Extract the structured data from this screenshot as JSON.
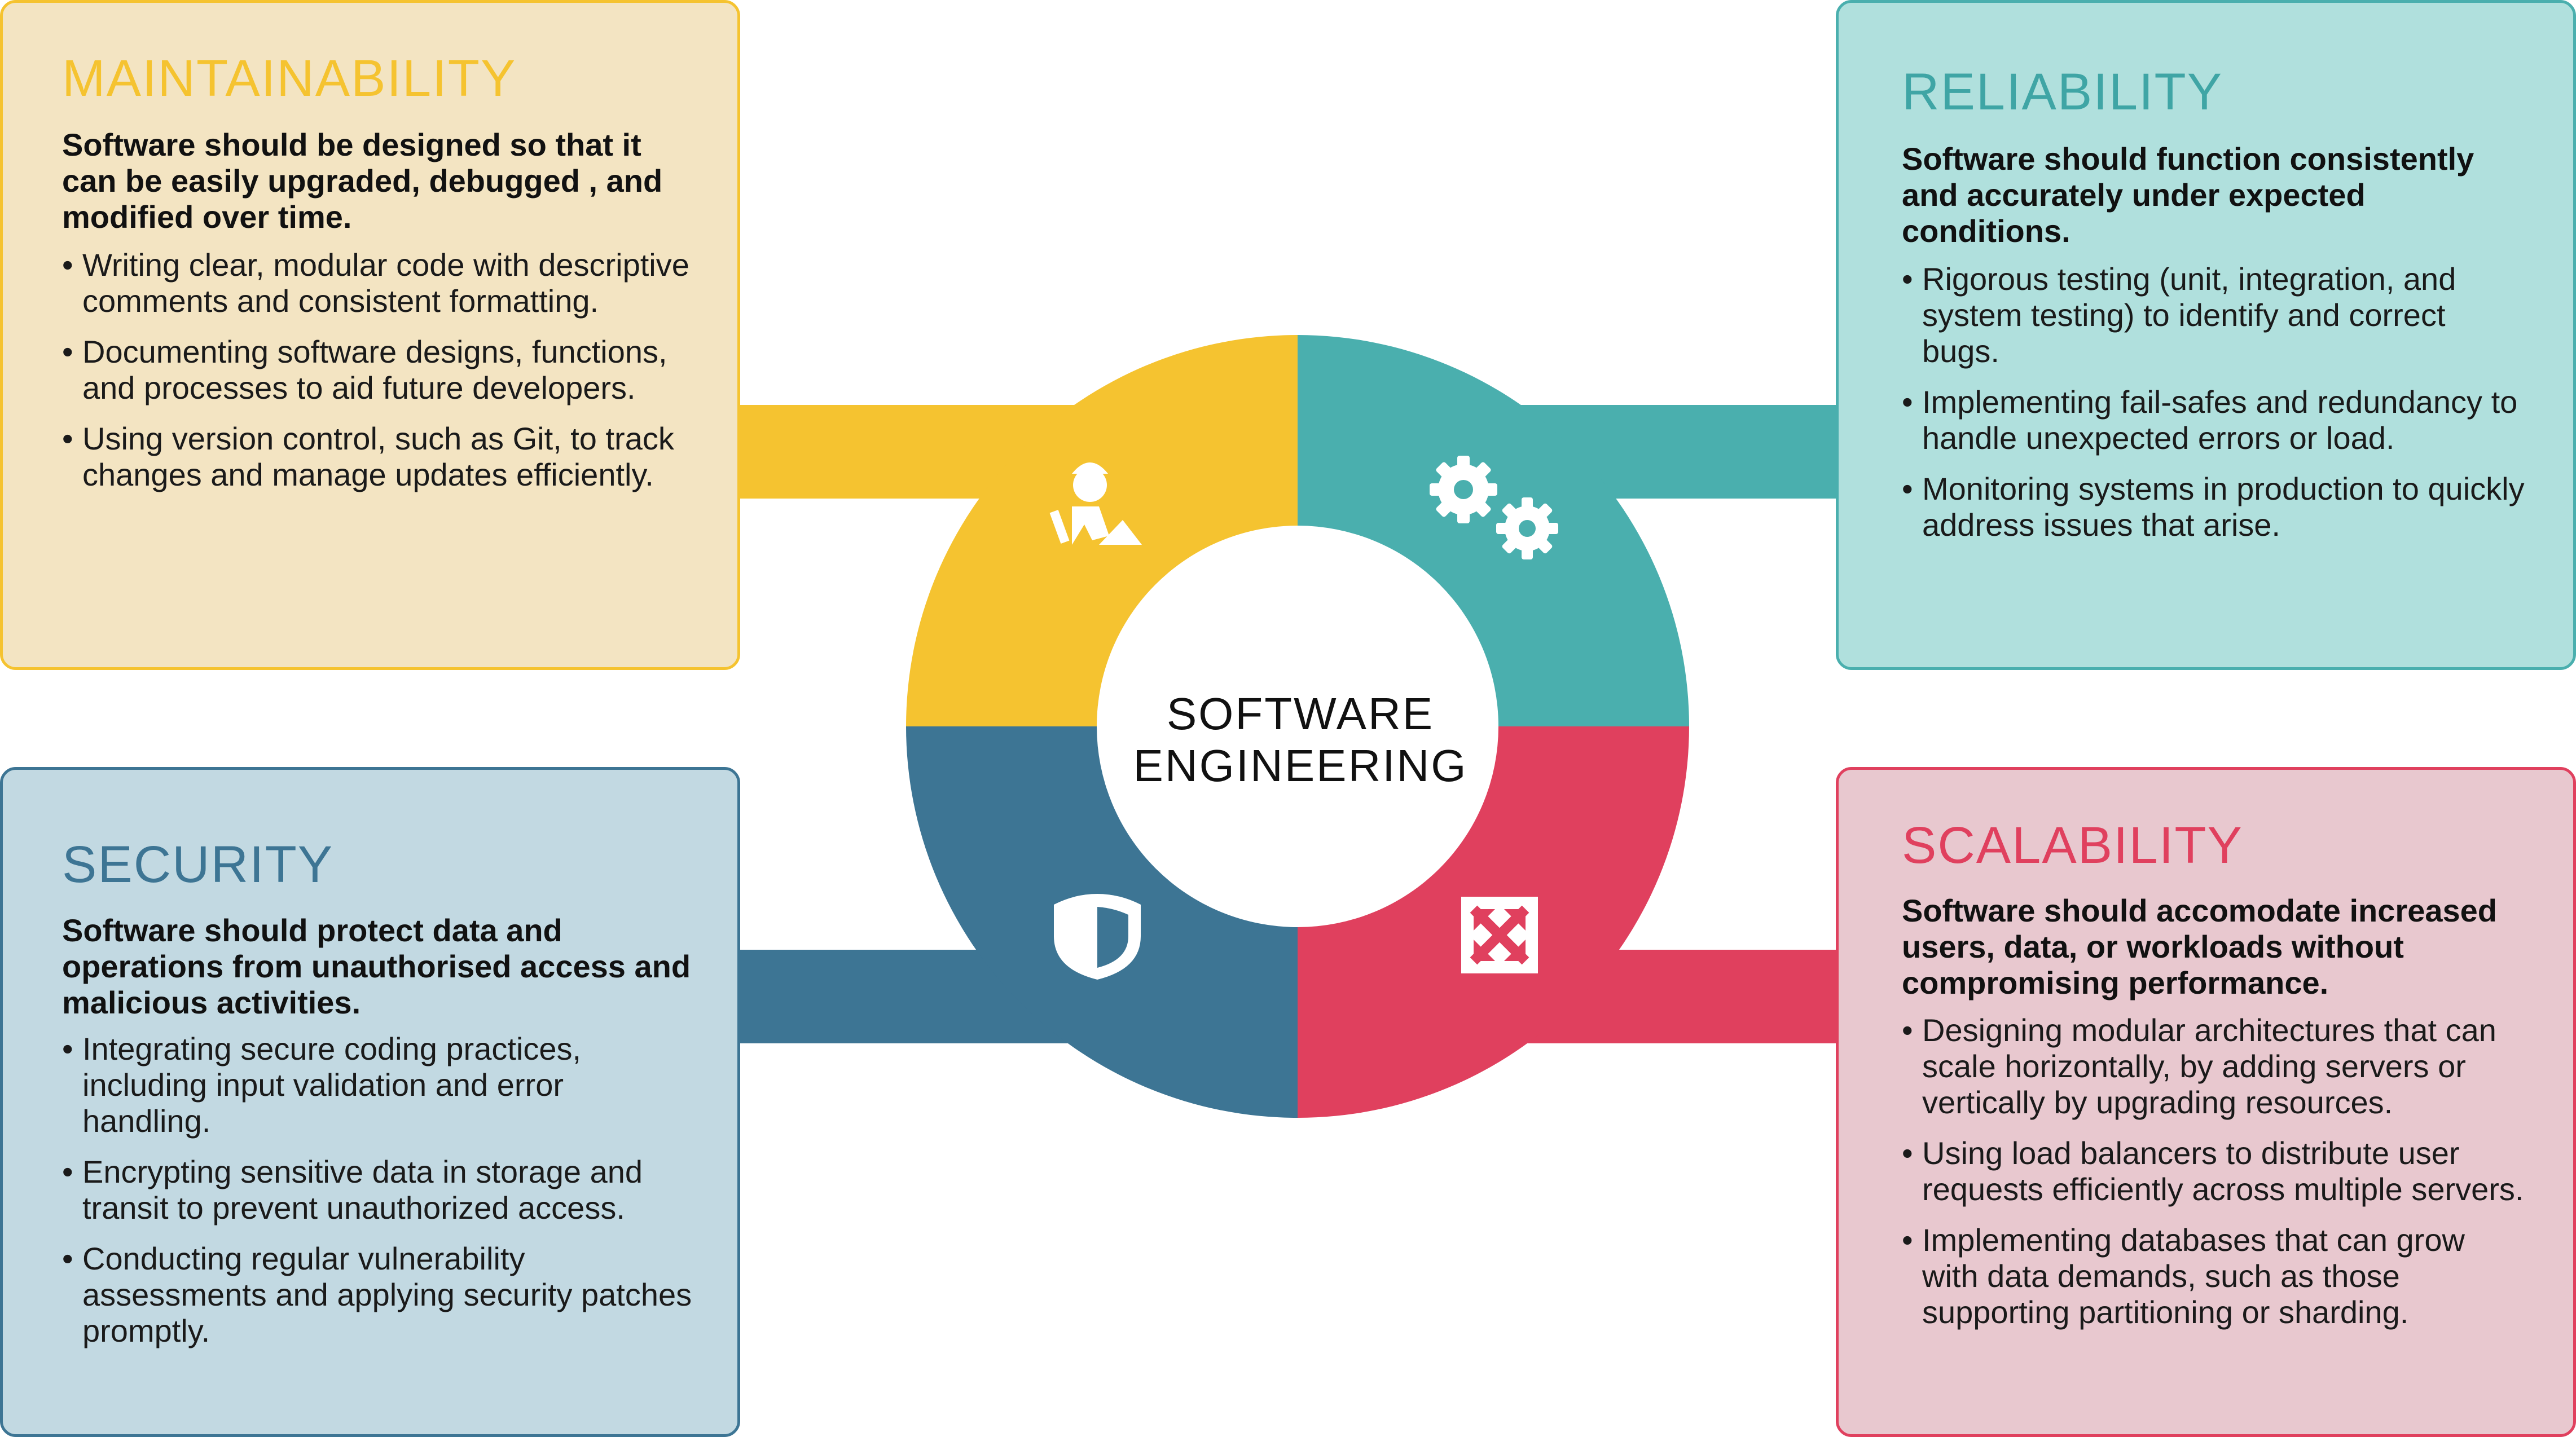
{
  "center": {
    "line1": "SOFTWARE",
    "line2": "ENGINEERING"
  },
  "colors": {
    "maintainability": "#f5c330",
    "reliability": "#4aafae",
    "security": "#3d7594",
    "scalability": "#e0405e"
  },
  "cards": {
    "maintainability": {
      "title": "MAINTAINABILITY",
      "icon": "construction-worker-icon",
      "lead": "Software should be designed so that it can be easily upgraded, debugged , and modified over time.",
      "bullets": [
        "Writing clear, modular code with descriptive comments and consistent formatting.",
        "Documenting software designs, functions, and processes to aid future developers.",
        "Using version control, such as Git, to track changes and manage updates efficiently."
      ]
    },
    "reliability": {
      "title": "RELIABILITY",
      "icon": "gears-icon",
      "lead": "Software should function consistently and accurately under expected conditions.",
      "bullets": [
        "Rigorous testing (unit, integration, and system testing) to identify and correct bugs.",
        "Implementing fail-safes and redundancy to handle unexpected errors or load.",
        "Monitoring systems in production to quickly address issues that arise."
      ]
    },
    "security": {
      "title": "SECURITY",
      "icon": "shield-icon",
      "lead": "Software should protect data and operations from unauthorised access and malicious activities.",
      "bullets": [
        "Integrating secure coding practices, including input validation and error handling.",
        "Encrypting sensitive data in storage and transit to prevent unauthorized access.",
        "Conducting regular vulnerability assessments and applying security patches promptly."
      ]
    },
    "scalability": {
      "title": "SCALABILITY",
      "icon": "expand-arrows-icon",
      "lead": "Software should accomodate increased users, data, or workloads without compromising performance.",
      "bullets": [
        "Designing modular architectures that can scale horizontally, by adding servers or vertically by upgrading resources.",
        "Using load balancers to distribute user requests efficiently across multiple servers.",
        "Implementing databases that can grow with data demands, such as those supporting partitioning or sharding."
      ]
    }
  }
}
